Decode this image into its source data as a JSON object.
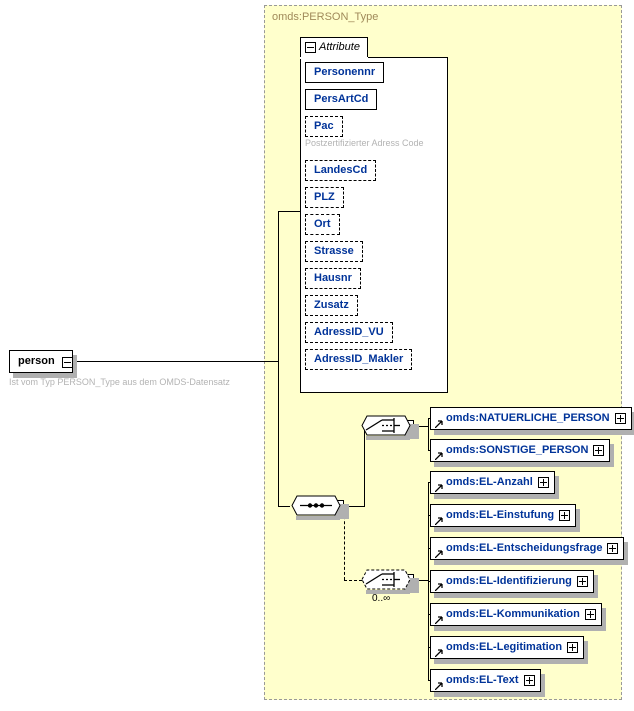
{
  "diagram": {
    "type_title": "omds:PERSON_Type",
    "root_element": {
      "label": "person",
      "annotation": "Ist vom Typ PERSON_Type aus dem OMDS-Datensatz",
      "expander": "minus-box"
    },
    "attribute_section": {
      "tab_label": "Attribute",
      "expander": "minus-box",
      "items": [
        {
          "label": "Personennr",
          "optional": false,
          "note": null
        },
        {
          "label": "PersArtCd",
          "optional": false,
          "note": null
        },
        {
          "label": "Pac",
          "optional": true,
          "note": "Postzertifizierter Adress Code"
        },
        {
          "label": "LandesCd",
          "optional": true,
          "note": null
        },
        {
          "label": "PLZ",
          "optional": true,
          "note": null
        },
        {
          "label": "Ort",
          "optional": true,
          "note": null
        },
        {
          "label": "Strasse",
          "optional": true,
          "note": null
        },
        {
          "label": "Hausnr",
          "optional": true,
          "note": null
        },
        {
          "label": "Zusatz",
          "optional": true,
          "note": null
        },
        {
          "label": "AdressID_VU",
          "optional": true,
          "note": null
        },
        {
          "label": "AdressID_Makler",
          "optional": true,
          "note": null
        }
      ]
    },
    "compositors": {
      "sequence": {
        "kind": "sequence",
        "optional": false,
        "cardinality": null,
        "expander": "minus-box"
      },
      "choice_person": {
        "kind": "choice",
        "optional": false,
        "cardinality": null,
        "expander": "minus-box"
      },
      "choice_el": {
        "kind": "choice",
        "optional": true,
        "cardinality": "0..∞",
        "expander": "minus-box"
      }
    },
    "person_refs": [
      {
        "label": "omds:NATUERLICHE_PERSON",
        "expander": "plus-box"
      },
      {
        "label": "omds:SONSTIGE_PERSON",
        "expander": "plus-box"
      }
    ],
    "el_refs": [
      {
        "label": "omds:EL-Anzahl",
        "expander": "plus-box"
      },
      {
        "label": "omds:EL-Einstufung",
        "expander": "plus-box"
      },
      {
        "label": "omds:EL-Entscheidungsfrage",
        "expander": "plus-box"
      },
      {
        "label": "omds:EL-Identifizierung",
        "expander": "plus-box"
      },
      {
        "label": "omds:EL-Kommunikation",
        "expander": "plus-box"
      },
      {
        "label": "omds:EL-Legitimation",
        "expander": "plus-box"
      },
      {
        "label": "omds:EL-Text",
        "expander": "plus-box"
      }
    ],
    "colors": {
      "container_fill": "#ffffcc",
      "container_border": "#999999",
      "element_text": "#003399",
      "annotation_text": "#b3b3b3",
      "shadow": "#b0b0b0",
      "title_text": "#a08a5a"
    }
  }
}
